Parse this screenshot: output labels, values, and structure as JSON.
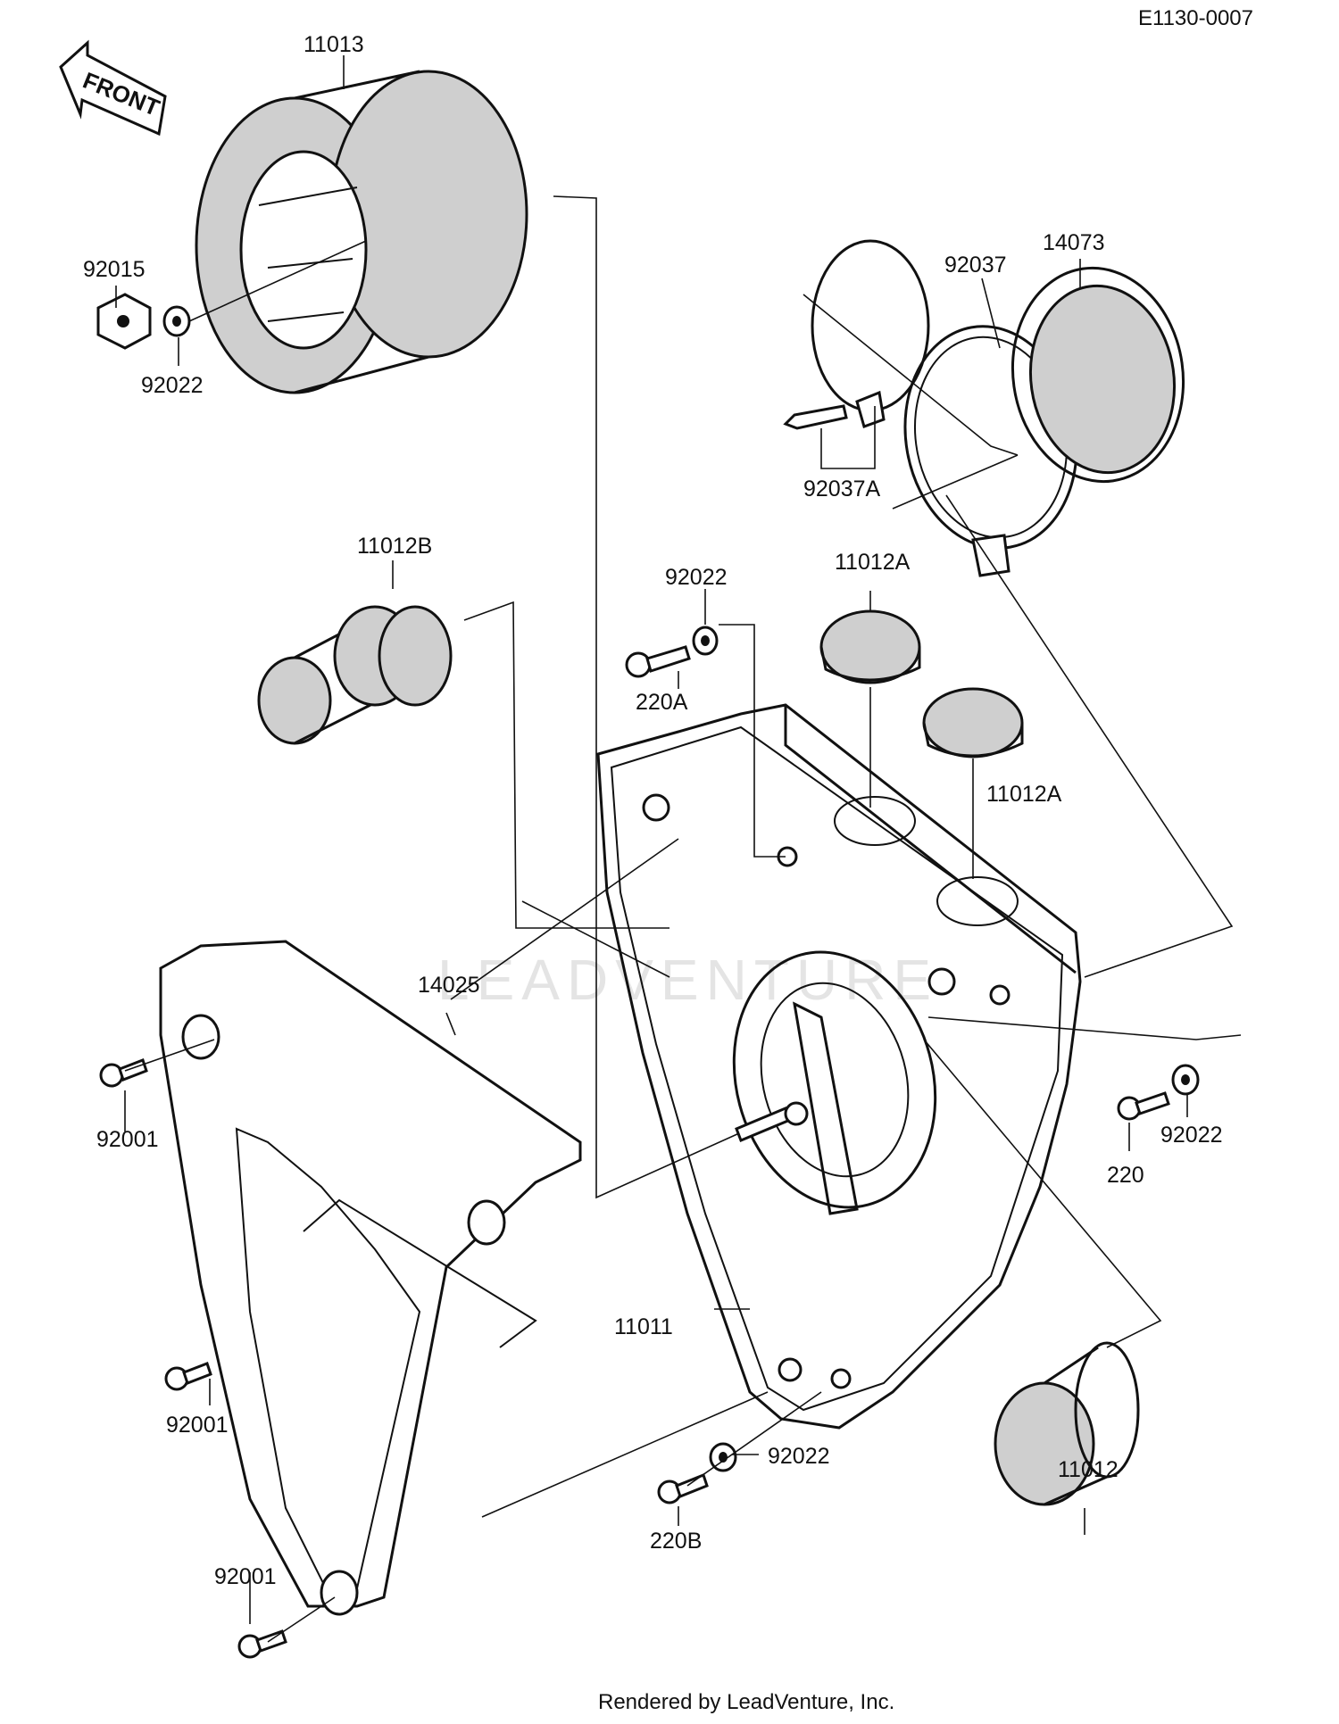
{
  "diagram_code": "E1130-0007",
  "footer": "Rendered by LeadVenture, Inc.",
  "watermark": "LEADVENTURE",
  "front_arrow": "FRONT",
  "labels": {
    "p11013": "11013",
    "p92015": "92015",
    "p92022_a": "92022",
    "p92037": "92037",
    "p14073": "14073",
    "p92037A": "92037A",
    "p11012B": "11012B",
    "p92022_b": "92022",
    "p11012A_a": "11012A",
    "p220A": "220A",
    "p11012A_b": "11012A",
    "p14025": "14025",
    "p92001_a": "92001",
    "p220": "220",
    "p92022_c": "92022",
    "p11011": "11011",
    "p92001_b": "92001",
    "p92022_d": "92022",
    "p11012": "11012",
    "p220B": "220B",
    "p92001_c": "92001"
  }
}
